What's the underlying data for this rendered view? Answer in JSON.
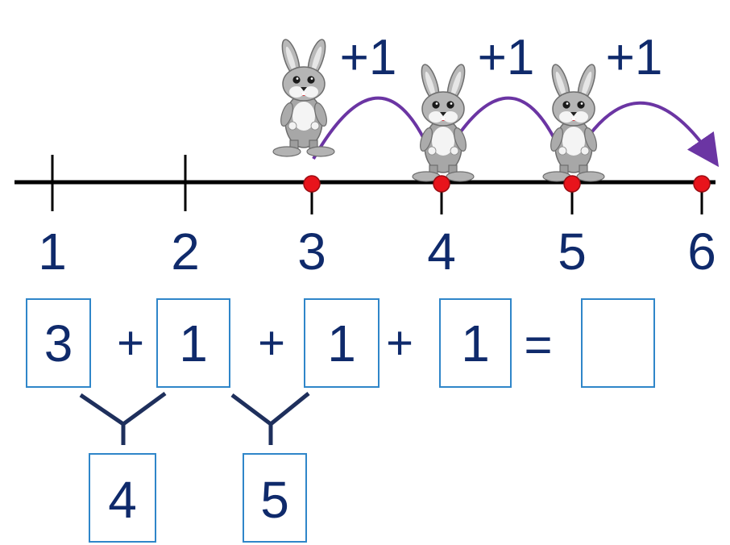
{
  "number_line": {
    "ticks": [
      "1",
      "2",
      "3",
      "4",
      "5",
      "6"
    ],
    "marked_points": [
      "3",
      "4",
      "5",
      "6"
    ]
  },
  "hops": [
    {
      "from": "3",
      "to": "4",
      "label": "+1"
    },
    {
      "from": "4",
      "to": "5",
      "label": "+1"
    },
    {
      "from": "5",
      "to": "6",
      "label": "+1"
    }
  ],
  "bunnies": [
    "bunny",
    "bunny",
    "bunny"
  ],
  "equation": {
    "terms": [
      "3",
      "1",
      "1",
      "1"
    ],
    "plus": "+",
    "equals": "=",
    "answer": ""
  },
  "partial_sums": [
    "4",
    "5"
  ],
  "colors": {
    "line": "#000000",
    "numbers": "#0f2a6b",
    "point": "#e8141c",
    "arc": "#6b35a3",
    "box_border": "#2f86c9",
    "bracket": "#1e2f5c"
  }
}
